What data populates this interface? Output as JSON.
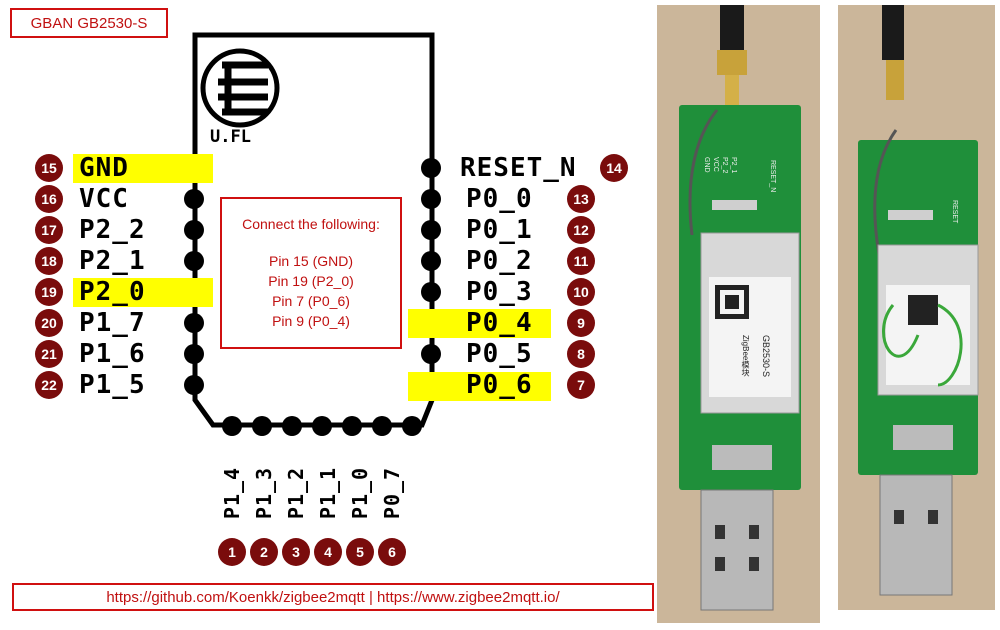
{
  "title": "GBAN GB2530-S",
  "antenna_label": "U.FL",
  "note": {
    "heading": "Connect the following:",
    "lines": [
      "Pin 15 (GND)",
      "Pin 19 (P2_0)",
      "Pin 7 (P0_6)",
      "Pin 9 (P0_4)"
    ]
  },
  "url_text": "https://github.com/Koenkk/zigbee2mqtt | https://www.zigbee2mqtt.io/",
  "left_pins": [
    {
      "num": "15",
      "label": "GND",
      "highlight": true
    },
    {
      "num": "16",
      "label": "VCC",
      "highlight": false
    },
    {
      "num": "17",
      "label": "P2_2",
      "highlight": false
    },
    {
      "num": "18",
      "label": "P2_1",
      "highlight": false
    },
    {
      "num": "19",
      "label": "P2_0",
      "highlight": true
    },
    {
      "num": "20",
      "label": "P1_7",
      "highlight": false
    },
    {
      "num": "21",
      "label": "P1_6",
      "highlight": false
    },
    {
      "num": "22",
      "label": "P1_5",
      "highlight": false
    }
  ],
  "right_pins": [
    {
      "num": "14",
      "label": "RESET_N",
      "highlight": false
    },
    {
      "num": "13",
      "label": "P0_0",
      "highlight": false
    },
    {
      "num": "12",
      "label": "P0_1",
      "highlight": false
    },
    {
      "num": "11",
      "label": "P0_2",
      "highlight": false
    },
    {
      "num": "10",
      "label": "P0_3",
      "highlight": false
    },
    {
      "num": "9",
      "label": "P0_4",
      "highlight": true
    },
    {
      "num": "8",
      "label": "P0_5",
      "highlight": false
    },
    {
      "num": "7",
      "label": "P0_6",
      "highlight": true
    }
  ],
  "bottom_pins": [
    {
      "num": "1",
      "label": "P1_4"
    },
    {
      "num": "2",
      "label": "P1_3"
    },
    {
      "num": "3",
      "label": "P1_2"
    },
    {
      "num": "4",
      "label": "P1_1"
    },
    {
      "num": "5",
      "label": "P1_0"
    },
    {
      "num": "6",
      "label": "P0_7"
    }
  ],
  "module_text": "GB2530-S",
  "module_subtext": "ZigBee模块",
  "silk_left": [
    "GND",
    "VCC",
    "P2_2",
    "P2_1"
  ],
  "silk_right": "RESET_N",
  "silk_right_short": "RESET",
  "colors": {
    "badge": "#7a0c0c",
    "highlight": "#ffff00",
    "frame_red": "#d01010",
    "pcb_green": "#1f8f3a",
    "photo_bg": "#cbb69a"
  }
}
